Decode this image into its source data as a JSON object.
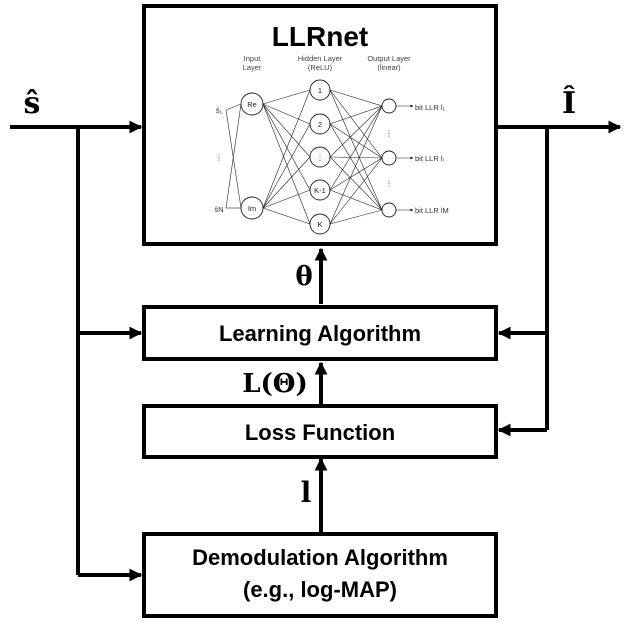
{
  "diagram": {
    "input_symbol": "ŝ",
    "output_symbol": "Î",
    "llrnet": {
      "title": "LLRnet",
      "input_layer_label": [
        "Input",
        "Layer"
      ],
      "hidden_layer_label": [
        "Hidden Layer",
        "(ReLU)"
      ],
      "output_layer_label": [
        "Output Layer",
        "(linear)"
      ],
      "input_nodes": [
        "Re",
        "Im"
      ],
      "input_signals": [
        "ŝ₁",
        "⋮",
        "ŝN"
      ],
      "hidden_nodes": [
        "1",
        "2",
        "⋮",
        "K-1",
        "K"
      ],
      "output_labels": [
        "bit LLR l₁",
        "bit LLR lᵢ",
        "bit LLR lM"
      ],
      "output_dots": "⋮"
    },
    "theta_label": "θ",
    "learning_algorithm_label": "Learning Algorithm",
    "loss_label": "L(Θ)",
    "loss_function_label": "Loss Function",
    "l_label": "l",
    "demodulation_label_line1": "Demodulation Algorithm",
    "demodulation_label_line2": "(e.g., log-MAP)"
  }
}
